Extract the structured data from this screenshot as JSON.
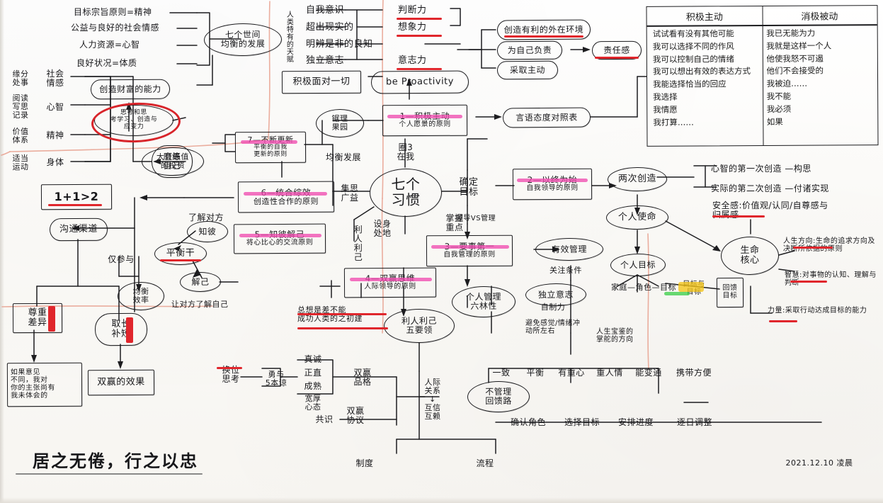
{
  "page": {
    "kind": "handwritten-mindmap",
    "title_center": "七个\n习惯",
    "signature": "居之无倦，行之以忠",
    "date_stamp": "2021.12.10 凌晨",
    "colors": {
      "ink": "#1d1d20",
      "pink_highlight": "#f04bb0",
      "red_underline": "#e0262c",
      "yellow_highlight": "#f5c518",
      "green_highlight": "#3fcf4a",
      "salmon_line": "#e8a08e"
    }
  },
  "top_left_branch": {
    "items": [
      "目标宗旨原则=精神",
      "公益与良好的社会情感",
      "人力资源=心智",
      "良好状况=体质"
    ],
    "target": "七个世间\n均衡的发展"
  },
  "left_column": {
    "pairs": [
      {
        "left": "缘分\n处事",
        "right": "社会\n情感"
      },
      {
        "left": "阅读\n写思\n记录",
        "right": "心智"
      },
      {
        "left": "价值\n体系",
        "right": "精神"
      },
      {
        "left": "适当\n运动",
        "right": "身体"
      }
    ],
    "hub": "磨练\n自己",
    "wealth_node": "创造财富的能力",
    "red_circle_node": "思考和思\n考学习、创造与\n应变力",
    "quality_node": "大豆最值\n的投资",
    "formula": "1+1>2",
    "channel": "沟通渠道",
    "participate": "仅参与",
    "respect": "尊重\n差异",
    "complement": "取长\n补短",
    "respect_detail": "如果意见\n不同，我对\n你的主张尚有\n我未体会的",
    "winwin_result": "双赢的效果"
  },
  "habits": [
    {
      "num": "1",
      "title": "1—积极主动",
      "sub": "个人愿景的原则"
    },
    {
      "num": "2",
      "title": "2—以终为始",
      "sub": "自我领导的原则"
    },
    {
      "num": "3",
      "title": "3—要事第一",
      "sub": "自我管理的原则"
    },
    {
      "num": "4",
      "title": "4—双赢思维",
      "sub": "人际领导的原则"
    },
    {
      "num": "5",
      "title": "5—知彼解己",
      "sub": "将心比心的交流原则"
    },
    {
      "num": "6",
      "title": "6—统合综效",
      "sub": "创造性合作的原则"
    },
    {
      "num": "7",
      "title": "7—不断更新",
      "sub": "平衡的自我\n更新的原则"
    }
  ],
  "habit1": {
    "gifts_label": "人类特有的天赋",
    "gifts": [
      {
        "text": "自我意识",
        "result": "判断力"
      },
      {
        "text": "超出现实的",
        "result": "想象力"
      },
      {
        "text": "明辨是非的良知",
        "result": ""
      },
      {
        "text": "独立意志",
        "result": "意志力"
      }
    ],
    "face_all": "积极面对一切",
    "english": "be Proactivity",
    "outcomes": [
      "创造有利的外在环境",
      "为自己负责",
      "采取主动"
    ],
    "responsibility": "责任感",
    "compare_table": "言语态度对照表",
    "circle": "圈3\n在我"
  },
  "compare_table": {
    "headers": [
      "积极主动",
      "消极被动"
    ],
    "proactive": [
      "试试看有没有其他可能",
      "我可以选择不同的作风",
      "我可以控制自己的情绪",
      "我可以想出有效的表达方式",
      "我能选择恰当的回应",
      "我选择",
      "我情愿",
      "我打算……"
    ],
    "reactive": [
      "我已无能为力",
      "我就是这样一个人",
      "他使我怒不可遏",
      "他们不会接受的",
      "我被迫……",
      "我不能",
      "我必须",
      "如果"
    ]
  },
  "habit2": {
    "set_goal": "确定\n目标",
    "lead_vs_manage": "领导VS管理",
    "two_creations": "两次创造",
    "creation_notes": [
      "心智的第一次创造 —构思",
      "实际的第二次创造 —付诸实现"
    ],
    "security": "安全感:价值观/认同/自尊感与\n归属感",
    "personal_mission": "个人使命",
    "personal_goal": "个人目标",
    "life_core": "生命\n核心",
    "core_notes": [
      "人生方向:生命的追求方向及决断所依据的原则",
      "智慧:对事物的认知、理解与判断",
      "力量:采取行动达成目标的能力"
    ],
    "family_role": "家庭—角色—目标",
    "target_goal": "目标与\n目标",
    "feedback": "回馈\n目标",
    "self_drive": "自制力",
    "avoid": "避免感觉/情绪冲\n动所左右",
    "life_direction": "人生宝鉴的\n掌舵的方向"
  },
  "habit3": {
    "grasp_focus": "掌握\n重点",
    "effective_mgmt": "有效管理",
    "key_condition": "关注条件",
    "independent_will": "独立意志",
    "self_mgmt": "个人管理\n六林性",
    "row": [
      "一致",
      "平衡",
      "有重心",
      "重人情",
      "能变通",
      "携带方便"
    ],
    "time_mgmt": "不管理\n回馈路",
    "steps": [
      "确认角色",
      "选择目标",
      "安排进度",
      "逐日调整"
    ]
  },
  "habit4": {
    "win_win": "利人利己",
    "five_essentials": "利人利己\n五要领",
    "courage": "勇与\n5本谅",
    "character": [
      "真诚",
      "正直",
      "成熟",
      "宽厚\n心态"
    ],
    "winwin_brand": "双赢\n品格",
    "consensus": "共识",
    "winwin_agreement": "双赢\n协议",
    "relationship": "人际\n关系\n↓\n互信\n互赖",
    "bottom": [
      "制度",
      "流程"
    ],
    "bold_note": "总想是差不能\n成功人类的之初建"
  },
  "habit5": {
    "understand_other": "了解对方",
    "know_them": "知彼",
    "empathy": "平衡干",
    "balance_effect": "均衡\n效率",
    "know_self": "解己",
    "let_understand": "让对方了解自己",
    "smart_thinking": "换位\n思考"
  },
  "habit6": {
    "brainstorm": "集思\n广益",
    "empathy_place": "设身\n处地"
  },
  "habit7": {
    "balanced_growth": "均衡发展",
    "sharpen": "锯理\n果园"
  }
}
